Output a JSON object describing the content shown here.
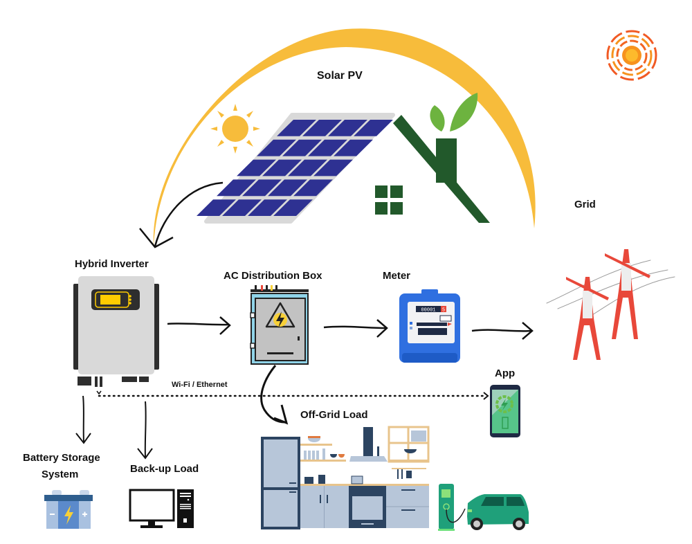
{
  "diagram": {
    "title": "Solar PV",
    "nodes": {
      "solar_pv": {
        "label": "Solar PV"
      },
      "hybrid_inverter": {
        "label": "Hybrid Inverter"
      },
      "ac_distribution_box": {
        "label": "AC Distribution Box"
      },
      "meter": {
        "label": "Meter",
        "reading": "00001",
        "last_digit": "5"
      },
      "grid": {
        "label": "Grid"
      },
      "app": {
        "label": "App"
      },
      "battery_storage": {
        "label_line1": "Battery Storage",
        "label_line2": "System"
      },
      "backup_load": {
        "label": "Back-up Load"
      },
      "offgrid_load": {
        "label": "Off-Grid Load"
      }
    },
    "connections": {
      "wifi_label": "Wi-Fi / Ethernet"
    },
    "edges": [
      {
        "from": "Solar PV",
        "to": "Hybrid Inverter"
      },
      {
        "from": "Hybrid Inverter",
        "to": "AC Distribution Box"
      },
      {
        "from": "AC Distribution Box",
        "to": "Meter"
      },
      {
        "from": "Meter",
        "to": "Grid"
      },
      {
        "from": "Hybrid Inverter",
        "to": "App",
        "style": "dotted",
        "label": "Wi-Fi / Ethernet"
      },
      {
        "from": "Hybrid Inverter",
        "to": "Battery Storage System"
      },
      {
        "from": "Hybrid Inverter",
        "to": "Back-up Load"
      },
      {
        "from": "AC Distribution Box",
        "to": "Off-Grid Load"
      }
    ],
    "colors": {
      "arc": "#F7BC3B",
      "panel": "#2E3192",
      "house": "#22592B",
      "leaf": "#6DB33F",
      "inverter_body": "#D9D9D9",
      "display": "#FFCC00",
      "meter_blue": "#2F6FE0",
      "tower_red": "#E8483A",
      "ev_green": "#1FA07A"
    }
  }
}
